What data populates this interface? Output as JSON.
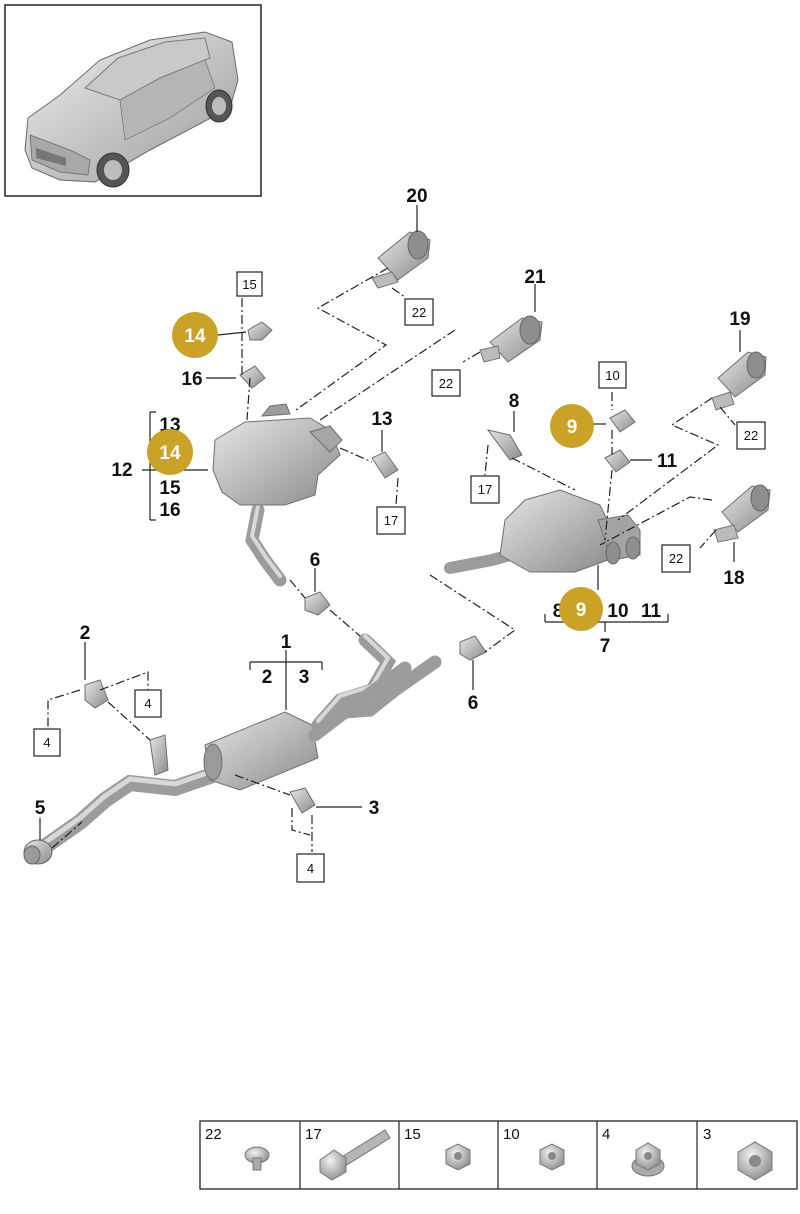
{
  "thumbnail": {
    "alt_icon": "car-icon"
  },
  "callouts": {
    "c1": "1",
    "c2": "2",
    "c3": "3",
    "c2b": "2",
    "c3b": "3",
    "c4a": "4",
    "c4b": "4",
    "c4c": "4",
    "c5": "5",
    "c6a": "6",
    "c6b": "6",
    "c7": "7",
    "c8": "8",
    "c8b": "8",
    "c9a": "9",
    "c9b": "9",
    "c10": "10",
    "c10b": "10",
    "c11": "11",
    "c11b": "11",
    "c12": "12",
    "c13": "13",
    "c13b": "13",
    "c14a": "14",
    "c14b": "14",
    "c15": "15",
    "c15b": "15",
    "c16": "16",
    "c16b": "16",
    "c17a": "17",
    "c17b": "17",
    "c18": "18",
    "c19": "19",
    "c20": "20",
    "c21": "21",
    "c22a": "22",
    "c22b": "22",
    "c22c": "22",
    "c22d": "22"
  },
  "highlight_color": "#c9a227",
  "legend": {
    "cells": [
      {
        "label": "22",
        "icon": "screw-icon"
      },
      {
        "label": "17",
        "icon": "bolt-icon"
      },
      {
        "label": "15",
        "icon": "nut-icon"
      },
      {
        "label": "10",
        "icon": "nut-icon"
      },
      {
        "label": "4",
        "icon": "flange-nut-icon"
      },
      {
        "label": "3",
        "icon": "hex-nut-icon"
      }
    ]
  }
}
